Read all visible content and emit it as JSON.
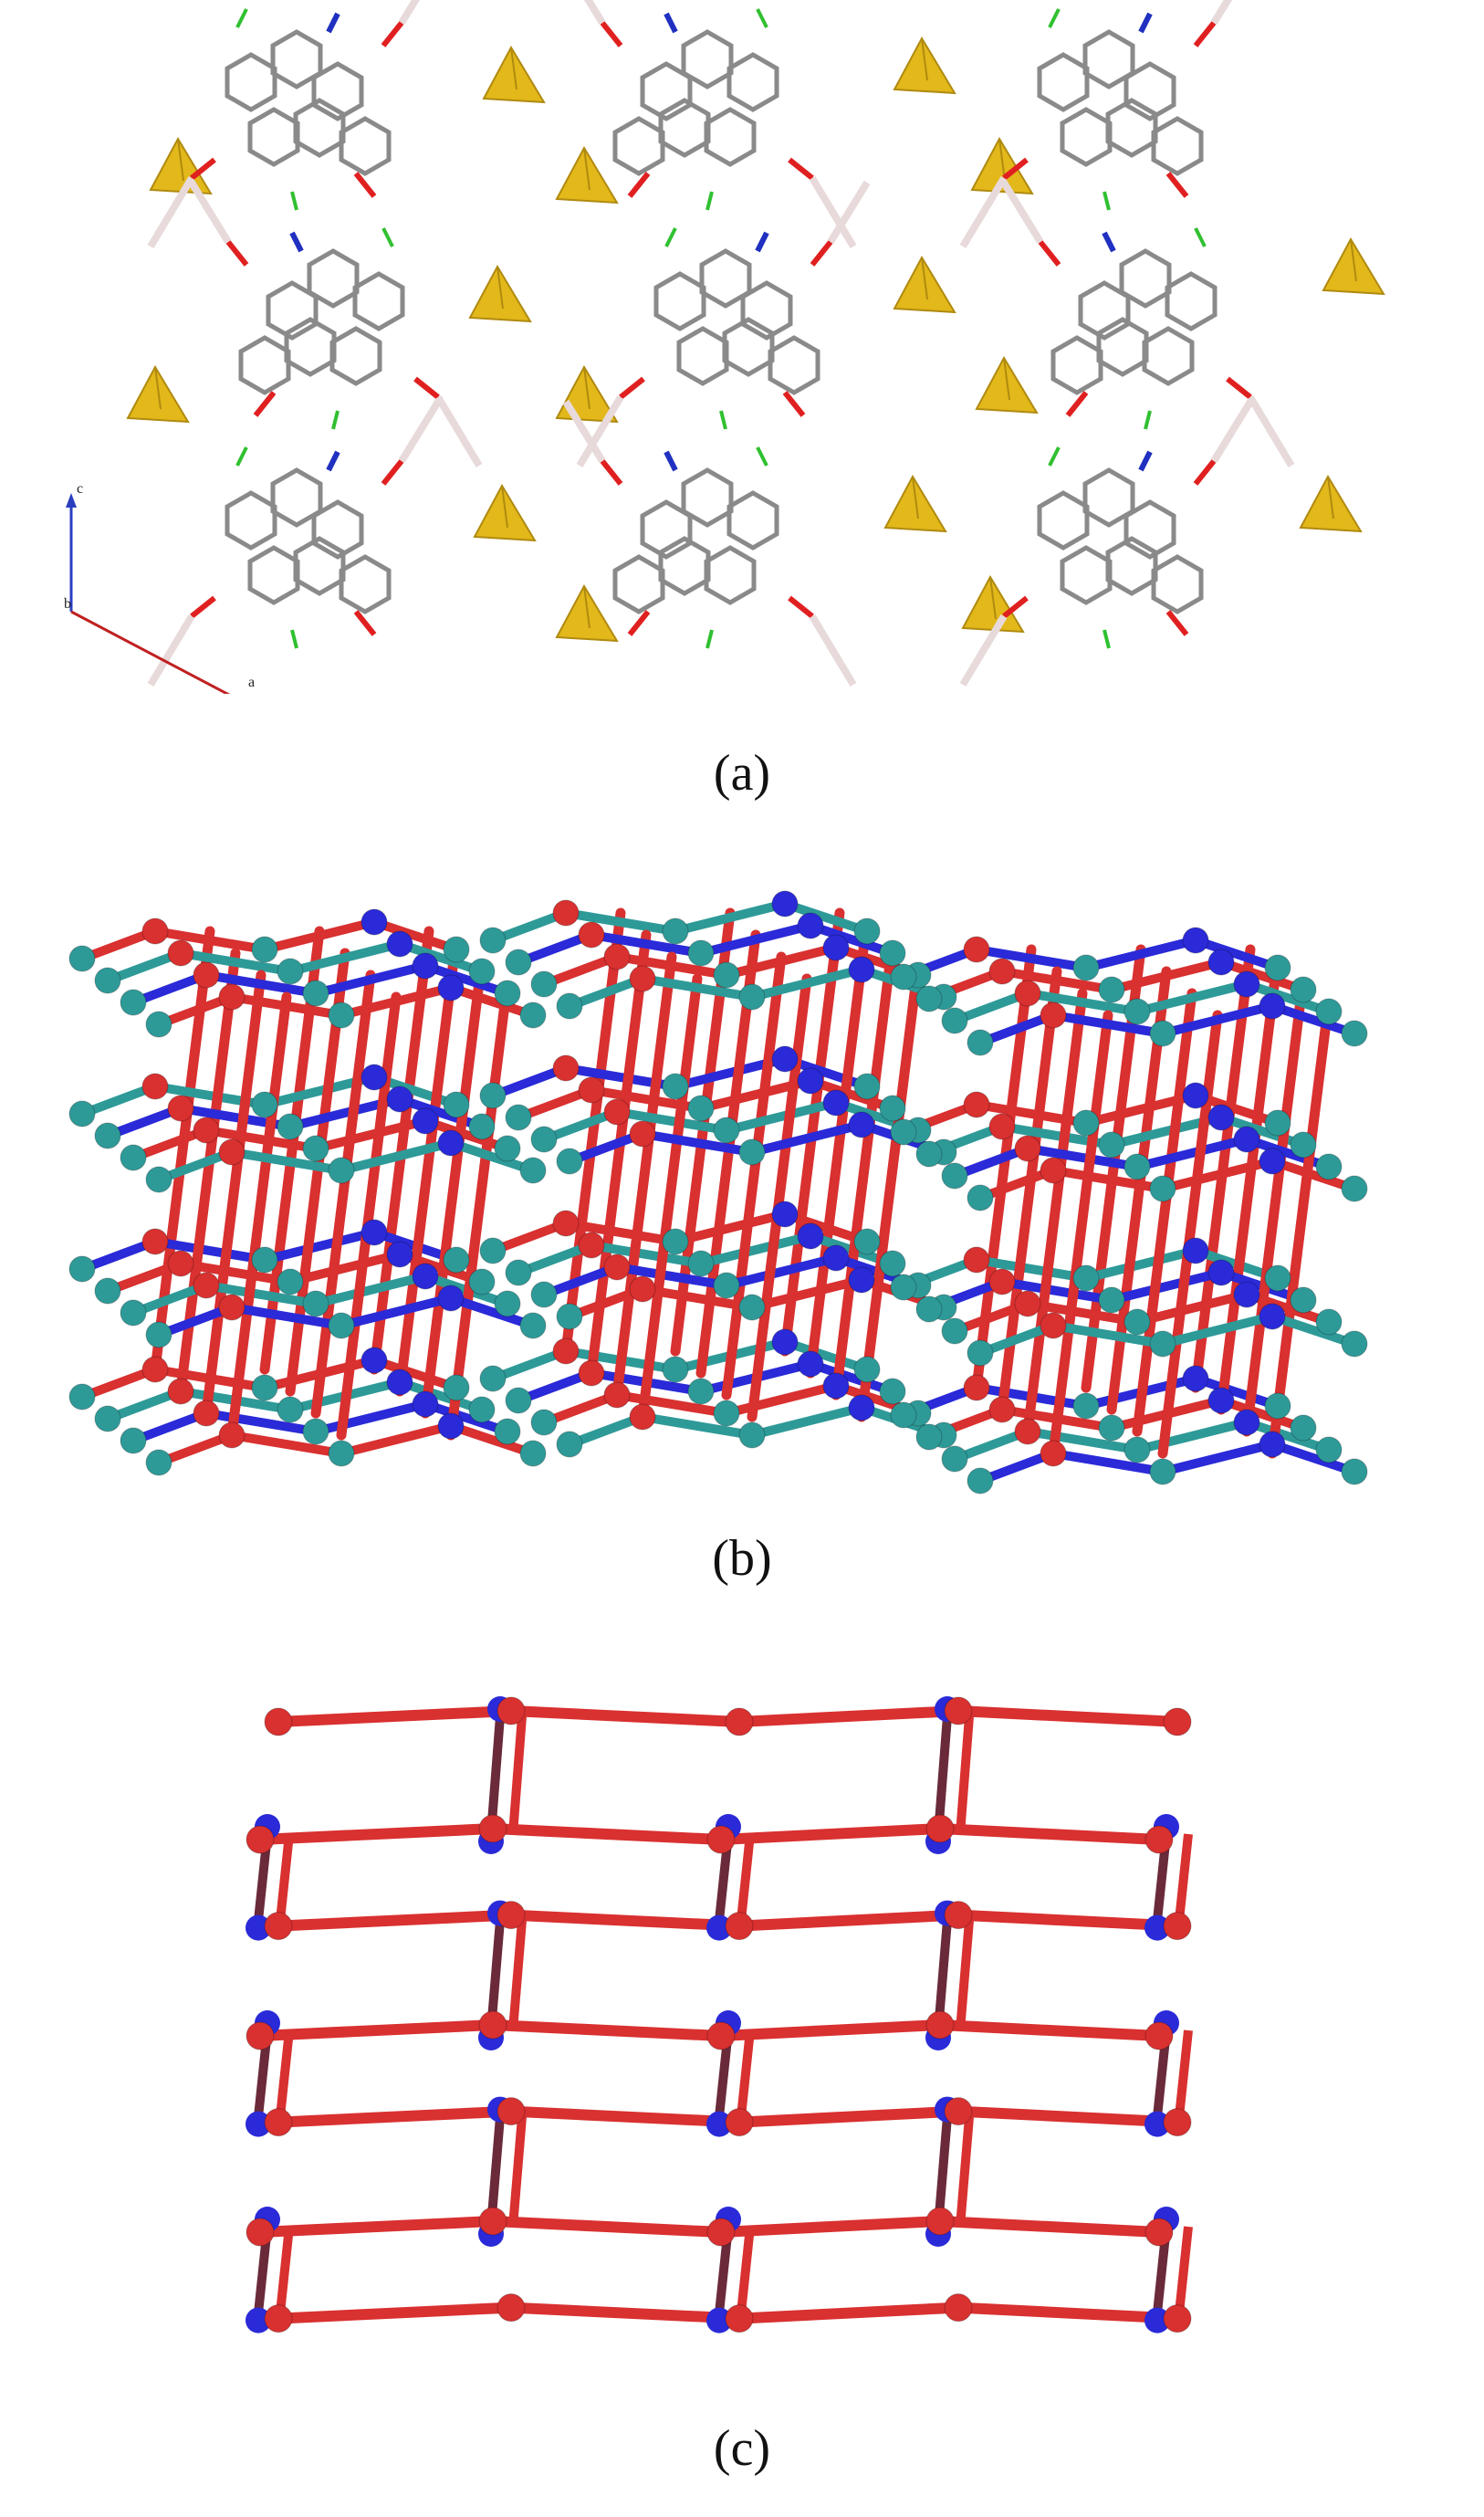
{
  "figure": {
    "panel_a": {
      "caption": "(a)",
      "axis_labels": {
        "c": "c",
        "b": "b",
        "a": "a"
      },
      "colors": {
        "carbon": "#8a8a8a",
        "bond_light": "#e8dada",
        "oxygen": "#e02020",
        "nitrogen": "#2030c0",
        "fluorine": "#30c030",
        "polyhedron": "#e2b81a",
        "axis_c": "#2a3fc0",
        "axis_a": "#c02020"
      }
    },
    "panel_b": {
      "caption": "(b)",
      "colors": {
        "red": "#d93030",
        "teal": "#2e9a98",
        "blue": "#2a2ad8"
      }
    },
    "panel_c": {
      "caption": "(c)",
      "colors": {
        "red": "#d93030",
        "blue": "#2a2ad8",
        "dark": "#6a2a3a"
      }
    }
  }
}
